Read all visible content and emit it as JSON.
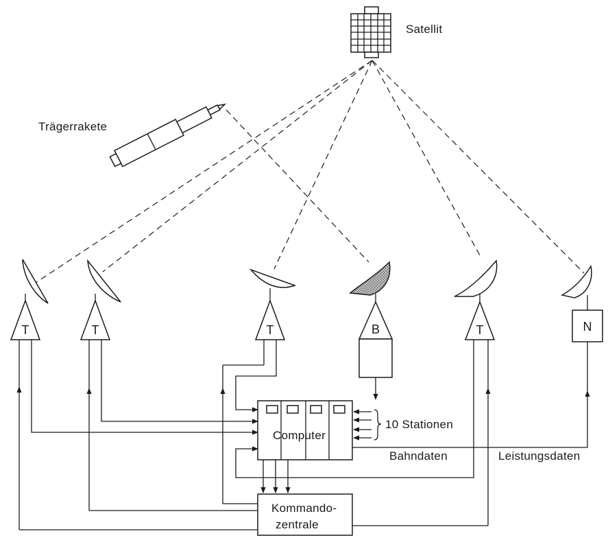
{
  "labels": {
    "satellite": "Satellit",
    "rocket": "Trägerrakete",
    "computer": "Computer",
    "stations": "10 Stationen",
    "orbit_data": "Bahndaten",
    "power_data": "Leistungsdaten",
    "command_line1": "Kommando-",
    "command_line2": "zentrale"
  },
  "stations": [
    {
      "letter": "T"
    },
    {
      "letter": "T"
    },
    {
      "letter": "T"
    },
    {
      "letter": "B"
    },
    {
      "letter": "T"
    },
    {
      "letter": "N"
    }
  ]
}
